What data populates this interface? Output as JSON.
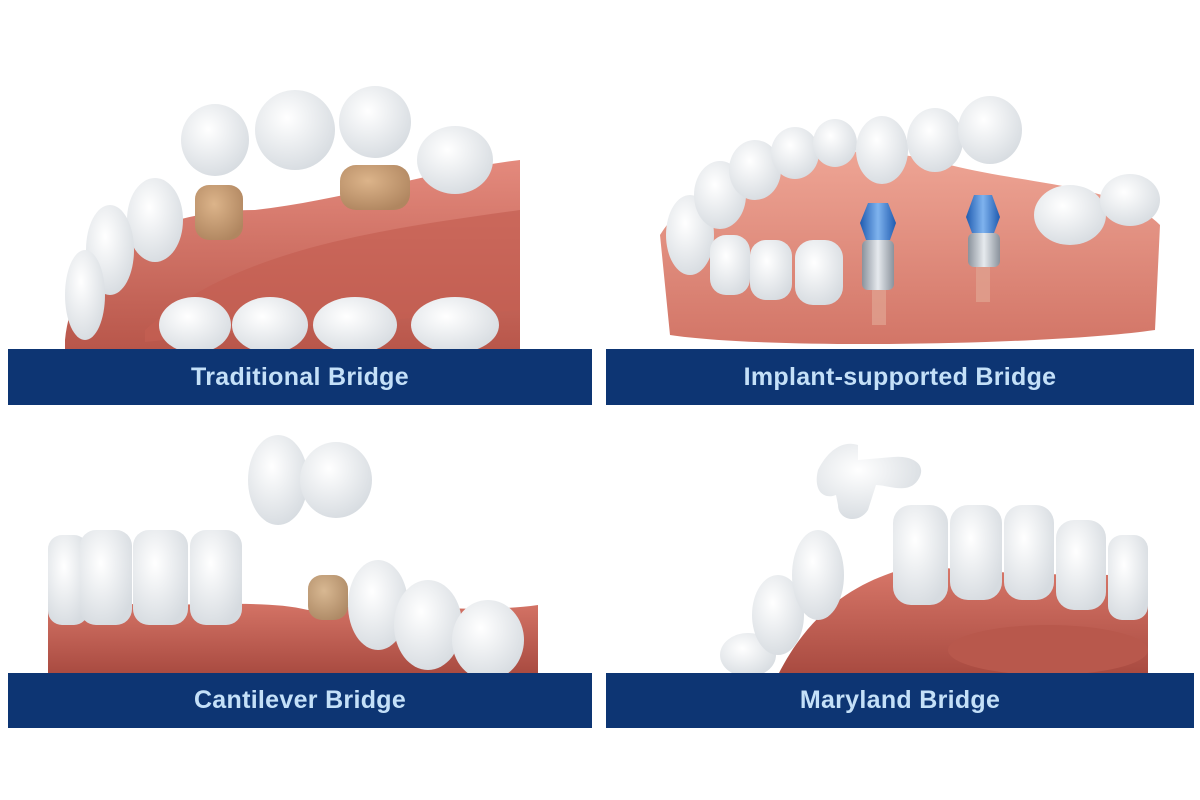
{
  "colors": {
    "background": "#ffffff",
    "label_bar": "#0d3573",
    "label_text": "#c4e0f8",
    "gum": "#d9786a",
    "gum_dark": "#b85a4e",
    "tooth": "#eef0f2",
    "prepared_tooth": "#c9a27a",
    "implant_abutment": "#3f7fd6",
    "implant_metal": "#b9c0c8"
  },
  "panels": [
    {
      "id": "traditional",
      "label": "Traditional Bridge",
      "illustration": "traditional-bridge-illustration"
    },
    {
      "id": "implant",
      "label": "Implant-supported Bridge",
      "illustration": "implant-supported-bridge-illustration"
    },
    {
      "id": "cantilever",
      "label": "Cantilever Bridge",
      "illustration": "cantilever-bridge-illustration"
    },
    {
      "id": "maryland",
      "label": "Maryland Bridge",
      "illustration": "maryland-bridge-illustration"
    }
  ]
}
